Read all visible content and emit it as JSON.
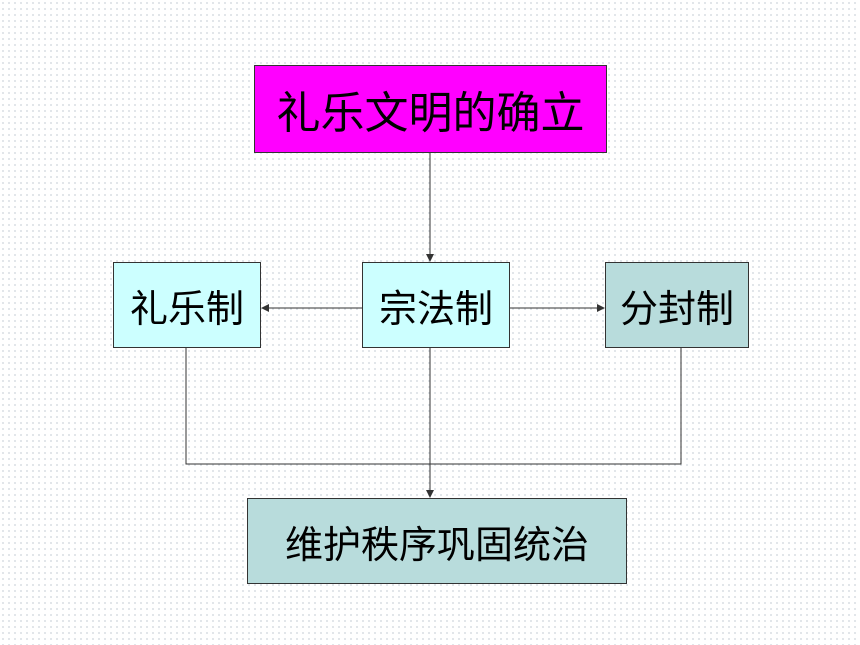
{
  "diagram": {
    "top": {
      "label": "礼乐文明的确立",
      "color": "#ff00ff"
    },
    "left": {
      "label": "礼乐制",
      "color": "#ccffff"
    },
    "center": {
      "label": "宗法制",
      "color": "#ccffff"
    },
    "right": {
      "label": "分封制",
      "color": "#b8dcdc"
    },
    "bottom": {
      "label": "维护秩序巩固统治",
      "color": "#b8dcdc"
    },
    "line_color": "#333333"
  }
}
